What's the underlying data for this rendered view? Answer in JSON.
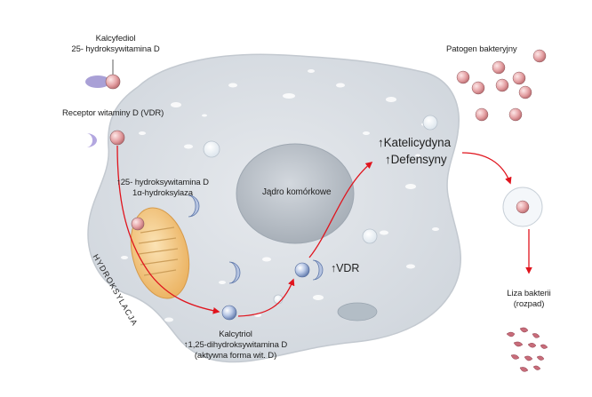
{
  "colors": {
    "cell_fill": "#dfe3e8",
    "cell_edge": "#c3c9d0",
    "nucleus": "#b9c0c8",
    "arrow": "#e0141d",
    "mitochondrion": "#f2c681",
    "vdr_protein": "#a8b8e0",
    "bacteria": "#e9a5a8"
  },
  "labels": {
    "kalcyfediol_l1": "Kalcyfediol",
    "kalcyfediol_l2": "25- hydroksywitamina D",
    "receptor": "Receptor witaminy D (VDR)",
    "hydroxylase_l1": "↑25- hydroksywitamina D",
    "hydroxylase_l2": "1α-hydroksylaza",
    "hydroksylacja": "HYDROKSYLACJA",
    "nucleus": "Jądro komórkowe",
    "vdr": "↑VDR",
    "katelicydyna": "↑Katelicydyna",
    "defensyny": "↑Defensyny",
    "pathogen": "Patogen bakteryjny",
    "liza_l1": "Liza bakterii",
    "liza_l2": "(rozpad)",
    "kalcytriol_l1": "Kalcytriol",
    "kalcytriol_l2": "↑1,25-dihydroksywitamina D",
    "kalcytriol_l3": "(aktywna forma wit. D)"
  }
}
